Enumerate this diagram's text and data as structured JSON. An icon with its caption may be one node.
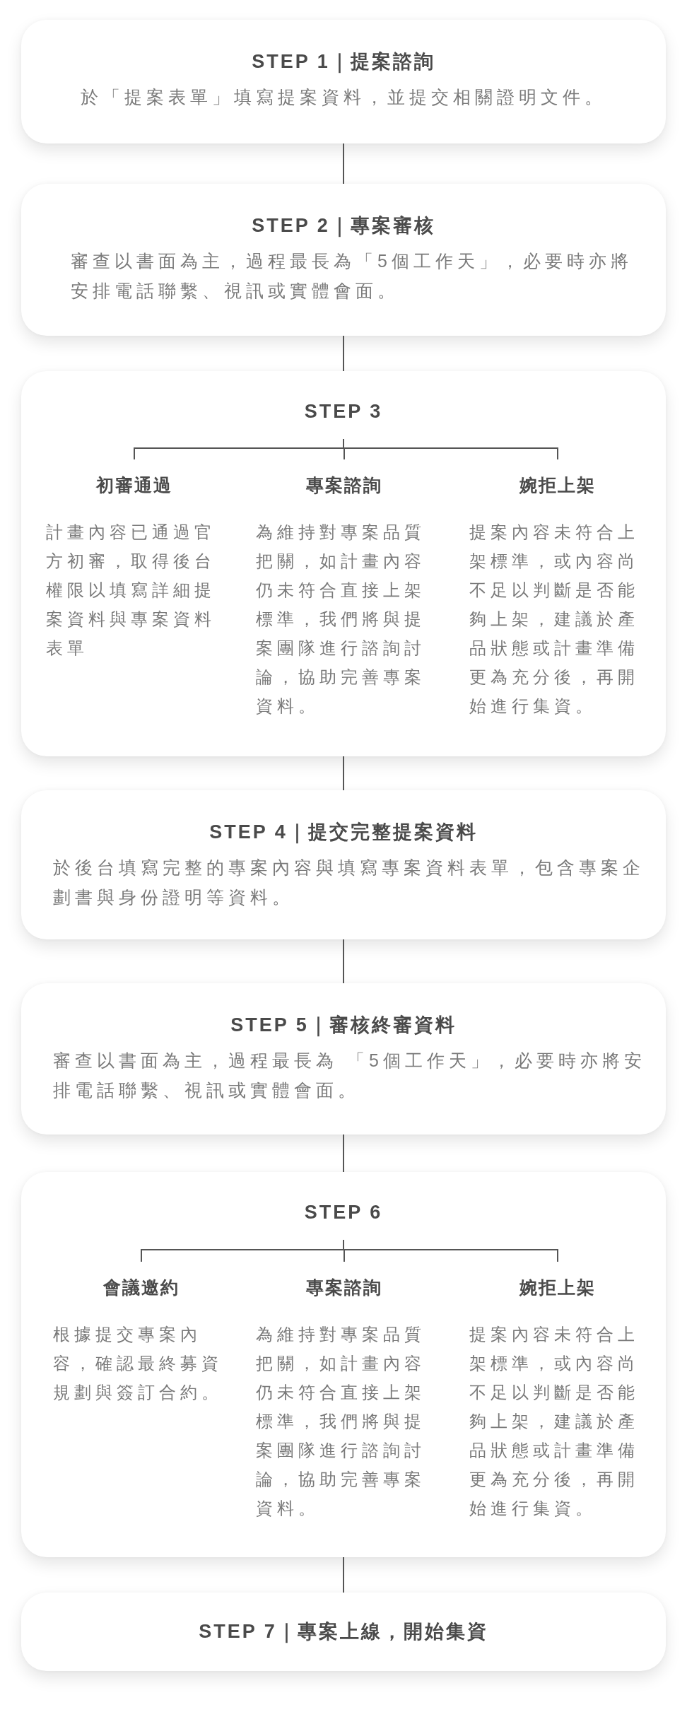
{
  "diagram": {
    "nodes": [
      {
        "text": [
          "STEP 1｜提案諮詢",
          "於「提案表單」填寫提案資料，並提交相關證明文件。"
        ]
      },
      {
        "text": [
          "STEP 2｜專案審核",
          "審查以書面為主，過程最長為「5個工作天」，必要時亦將安排電話聯繫、視訊或實體會面。"
        ]
      },
      {
        "text": [],
        "shape": "box"
      },
      {
        "text": [
          "STEP 3"
        ],
        "in": 2
      },
      {
        "text": [
          "初審通過",
          "計畫內容已通過官方初審，取得後台權限以填寫詳細提案資料與專案資料表單"
        ],
        "in": 2
      },
      {
        "text": [
          "專案諮詢",
          "為維持對專案品質把關，如計畫內容仍未符合直接上架標準，我們將與提案團隊進行諮詢討論，協助完善專案資料。"
        ],
        "in": 2
      },
      {
        "text": [
          "婉拒上架",
          "提案內容未符合上架標準，或內容尚不足以判斷是否能夠上架，建議於產品狀態或計畫準備更為充分後，再開始進行集資。"
        ],
        "in": 2
      },
      {
        "text": [
          "STEP 4｜提交完整提案資料",
          "於後台填寫完整的專案內容與填寫專案資料表單，包含專案企劃書與身份證明等資料。"
        ]
      },
      {
        "text": [
          "STEP 5｜審核終審資料",
          "審查以書面為主，過程最長為 「5個工作天」，必要時亦將安排電話聯繫、視訊或實體會面。"
        ]
      },
      {
        "text": [],
        "shape": "box"
      },
      {
        "text": [
          "STEP 6"
        ],
        "in": 9
      },
      {
        "text": [
          "會議邀約",
          "根據提交專案內容，確認最終募資規劃與簽訂合約。"
        ],
        "in": 9
      },
      {
        "text": [
          "專案諮詢",
          "為維持對專案品質把關，如計畫內容仍未符合直接上架標準，我們將與提案團隊進行諮詢討論，協助完善專案資料。"
        ],
        "in": 9
      },
      {
        "text": [
          "婉拒上架",
          "提案內容未符合上架標準，或內容尚不足以判斷是否能夠上架，建議於產品狀態或計畫準備更為充分後，再開始進行集資。"
        ],
        "in": 9
      },
      {
        "text": [
          "STEP 7｜專案上線，開始集資"
        ]
      }
    ],
    "edges": [
      {
        "from": 0,
        "to": 1,
        "arrow": "none"
      },
      {
        "from": 1,
        "to": 2,
        "arrow": "none"
      },
      {
        "from": 3,
        "to": 4,
        "arrow": "none"
      },
      {
        "from": 3,
        "to": 5,
        "arrow": "none"
      },
      {
        "from": 3,
        "to": 6,
        "arrow": "none"
      },
      {
        "from": 2,
        "to": 7,
        "arrow": "none"
      },
      {
        "from": 7,
        "to": 8,
        "arrow": "none"
      },
      {
        "from": 8,
        "to": 9,
        "arrow": "none"
      },
      {
        "from": 10,
        "to": 11,
        "arrow": "none"
      },
      {
        "from": 10,
        "to": 12,
        "arrow": "none"
      },
      {
        "from": 10,
        "to": 13,
        "arrow": "none"
      },
      {
        "from": 9,
        "to": 14,
        "arrow": "none"
      }
    ]
  }
}
